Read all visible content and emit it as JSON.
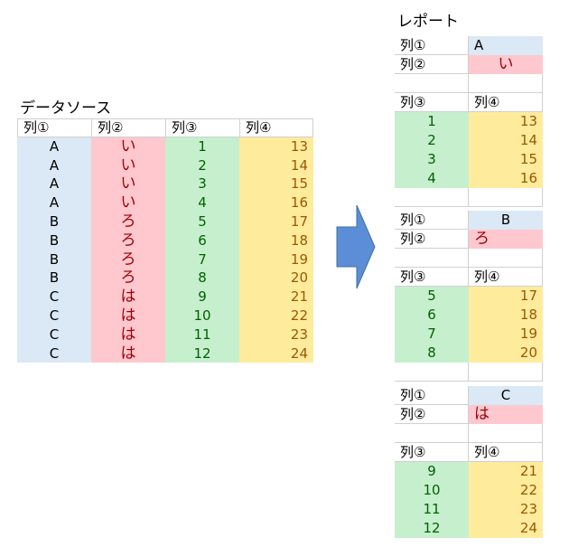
{
  "source": {
    "title": "データソース",
    "headers": [
      "列①",
      "列②",
      "列③",
      "列④"
    ],
    "rows": [
      [
        "A",
        "い",
        "1",
        "13"
      ],
      [
        "A",
        "い",
        "2",
        "14"
      ],
      [
        "A",
        "い",
        "3",
        "15"
      ],
      [
        "A",
        "い",
        "4",
        "16"
      ],
      [
        "B",
        "ろ",
        "5",
        "17"
      ],
      [
        "B",
        "ろ",
        "6",
        "18"
      ],
      [
        "B",
        "ろ",
        "7",
        "19"
      ],
      [
        "B",
        "ろ",
        "8",
        "20"
      ],
      [
        "C",
        "は",
        "9",
        "21"
      ],
      [
        "C",
        "は",
        "10",
        "22"
      ],
      [
        "C",
        "は",
        "11",
        "23"
      ],
      [
        "C",
        "は",
        "12",
        "24"
      ]
    ]
  },
  "report": {
    "title": "レポート",
    "blocks": [
      {
        "label1": "列①",
        "val1": "A",
        "label2": "列②",
        "val2": "い",
        "label3": "列③",
        "label4": "列④",
        "rows": [
          [
            "1",
            "13"
          ],
          [
            "2",
            "14"
          ],
          [
            "3",
            "15"
          ],
          [
            "4",
            "16"
          ]
        ]
      },
      {
        "label1": "列①",
        "val1": "B",
        "label2": "列②",
        "val2": "ろ",
        "label3": "列③",
        "label4": "列④",
        "rows": [
          [
            "5",
            "17"
          ],
          [
            "6",
            "18"
          ],
          [
            "7",
            "19"
          ],
          [
            "8",
            "20"
          ]
        ]
      },
      {
        "label1": "列①",
        "val1": "C",
        "label2": "列②",
        "val2": "は",
        "label3": "列③",
        "label4": "列④",
        "rows": [
          [
            "9",
            "21"
          ],
          [
            "10",
            "22"
          ],
          [
            "11",
            "23"
          ],
          [
            "12",
            "24"
          ]
        ]
      }
    ]
  },
  "colors": {
    "col1_fill": "#dbe8f5",
    "col2_fill": "#ffc7ce",
    "col3_fill": "#c6efce",
    "col4_fill": "#ffeb9c",
    "arrow_fill": "#5b8ed6"
  }
}
